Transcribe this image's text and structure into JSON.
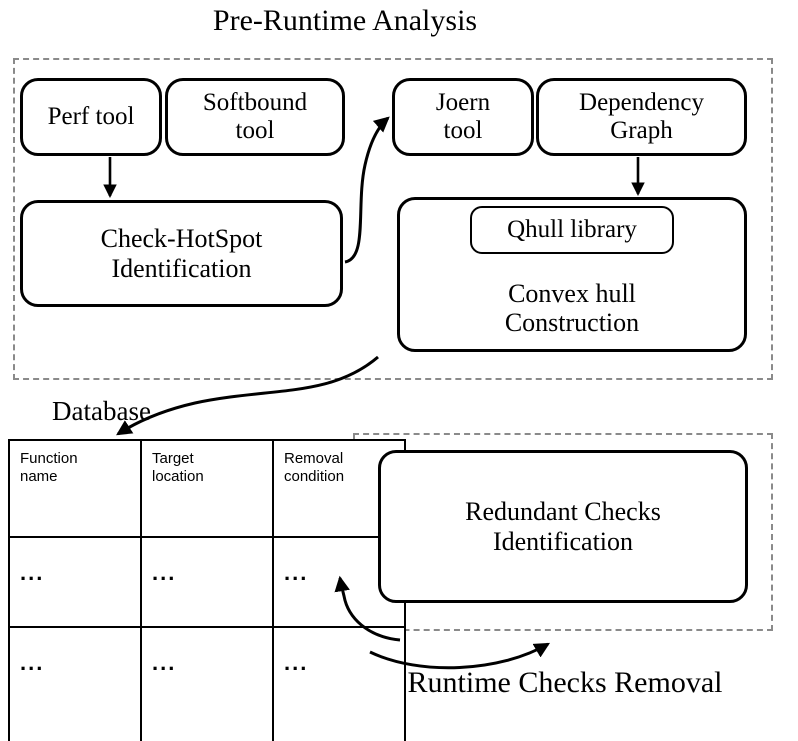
{
  "diagram": {
    "title_top": "Pre-Runtime Analysis",
    "title_bottom": "Runtime Checks Removal",
    "database_label": "Database",
    "groups": [
      {
        "id": "pre-runtime-analysis",
        "label": "Pre-Runtime Analysis"
      },
      {
        "id": "runtime-checks-removal",
        "label": "Runtime Checks Removal"
      }
    ],
    "nodes": {
      "perf_tool": {
        "line1": "Perf tool",
        "line2": ""
      },
      "softbound_tool": {
        "line1": "Softbound",
        "line2": "tool"
      },
      "joern_tool": {
        "line1": "Joern",
        "line2": "tool"
      },
      "dependency_graph": {
        "line1": "Dependency",
        "line2": "Graph"
      },
      "check_hotspot": {
        "line1": "Check-HotSpot",
        "line2": "Identification"
      },
      "qhull_library": {
        "line1": "Qhull library"
      },
      "convex_hull": {
        "line1": "Convex hull",
        "line2": "Construction"
      },
      "redundant_checks": {
        "line1": "Redundant Checks",
        "line2": "Identification"
      }
    },
    "database": {
      "label": "Database",
      "columns": [
        {
          "line1": "Function",
          "line2": "name"
        },
        {
          "line1": "Target",
          "line2": "location"
        },
        {
          "line1": "Removal",
          "line2": "condition"
        }
      ],
      "rows": [
        [
          "...",
          "...",
          "..."
        ],
        [
          "...",
          "...",
          "..."
        ],
        [
          "",
          "",
          ""
        ]
      ]
    },
    "edges": [
      {
        "id": "perf-to-hotspot",
        "from": "perf_tool",
        "to": "check_hotspot",
        "style": "straight-down-arrow"
      },
      {
        "id": "depgraph-to-convexhull",
        "from": "dependency_graph",
        "to": "convex_hull",
        "style": "straight-down-arrow"
      },
      {
        "id": "hotspot-to-joern",
        "from": "check_hotspot",
        "to": "joern_tool",
        "style": "curved-up-arrow"
      },
      {
        "id": "database-to-convexhull",
        "from": "convex_hull",
        "to": "database",
        "style": "s-curve-arrow"
      },
      {
        "id": "redundant-to-database",
        "from": "redundant_checks",
        "to": "database",
        "style": "curved-up-arrow"
      },
      {
        "id": "database-to-redundant",
        "from": "database",
        "to": "runtime-checks-removal",
        "style": "curved-right-arrow"
      }
    ],
    "colors": {
      "stroke": "#000000",
      "dashed_border": "#8a8a8a",
      "background": "#ffffff"
    }
  }
}
